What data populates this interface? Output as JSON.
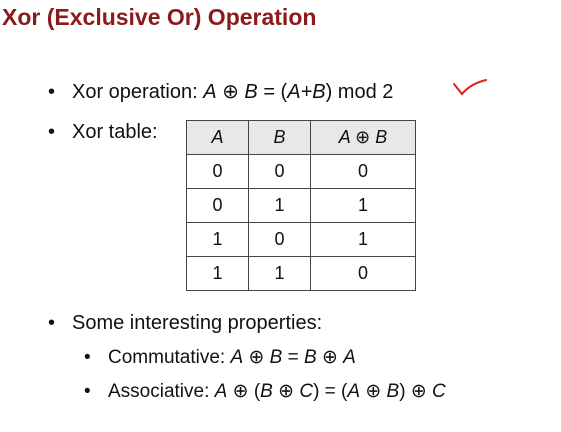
{
  "title": "Xor (Exclusive Or) Operation",
  "bullet_char": "•",
  "operation": {
    "label": "Xor operation: ",
    "a": "A",
    "op": " ⊕ ",
    "b": "B",
    "eq": " =  (",
    "expr": "A+B",
    "rest": ") mod 2"
  },
  "table_label": "Xor table:",
  "table": {
    "headers": [
      "A",
      "B",
      "A ⊕ B"
    ],
    "rows": [
      [
        "0",
        "0",
        "0"
      ],
      [
        "0",
        "1",
        "1"
      ],
      [
        "1",
        "0",
        "1"
      ],
      [
        "1",
        "1",
        "0"
      ]
    ]
  },
  "properties": {
    "label": "Some interesting properties:",
    "commutative": {
      "label": "Commutative: ",
      "expr": [
        "A",
        " ⊕ ",
        "B",
        " = ",
        "B",
        " ⊕ ",
        "A"
      ]
    },
    "associative": {
      "label": "Associative: ",
      "expr": [
        "A",
        " ⊕ (",
        "B",
        " ⊕ ",
        "C",
        ") = (",
        "A",
        " ⊕ ",
        "B",
        ") ⊕ ",
        "C"
      ]
    }
  },
  "colors": {
    "title": "#8b1a1a",
    "checkmark": "#e02020",
    "table_header_bg": "#e8e8e8"
  }
}
